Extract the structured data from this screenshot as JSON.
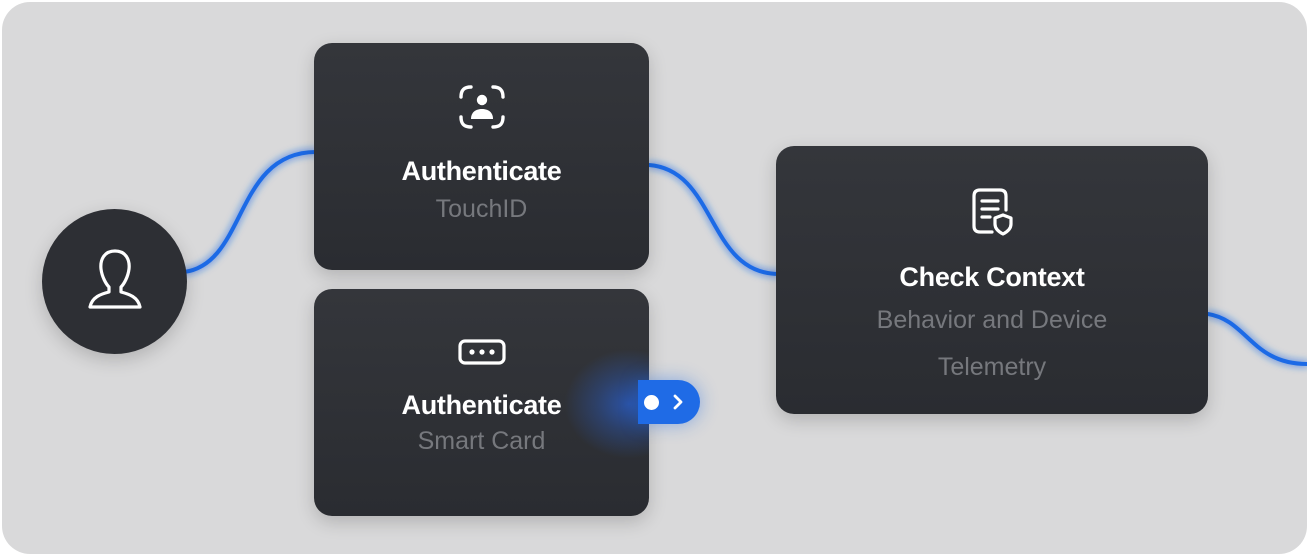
{
  "colors": {
    "background": "#d9d9da",
    "node": "#2d2f34",
    "connector": "#1f6be6",
    "title_text": "#ffffff",
    "subtitle_text": "#76787d"
  },
  "user": {
    "icon": "user-icon"
  },
  "nodes": [
    {
      "id": "touchid",
      "icon": "face-scan-icon",
      "title": "Authenticate",
      "subtitle": "TouchID"
    },
    {
      "id": "smartcard",
      "icon": "password-field-icon",
      "title": "Authenticate",
      "subtitle": "Smart Card"
    },
    {
      "id": "context",
      "icon": "document-shield-icon",
      "title": "Check Context",
      "subtitle_line1": "Behavior and Device",
      "subtitle_line2": "Telemetry"
    }
  ],
  "next_button": {
    "icon": "chevron-right-icon"
  }
}
